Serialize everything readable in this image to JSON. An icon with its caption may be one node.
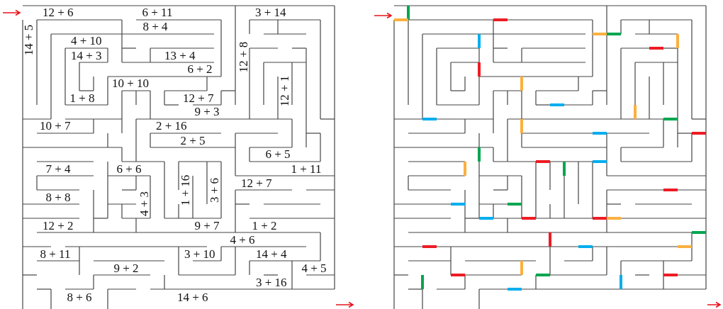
{
  "diagram": {
    "labels": [
      "12 + 6",
      "6 + 11",
      "3 + 14",
      "8 + 4",
      "14 + 5",
      "4 + 10",
      "14 + 3",
      "13 + 4",
      "12 + 8",
      "6 + 2",
      "10 + 10",
      "12 + 1",
      "1 + 8",
      "12 + 7",
      "9 + 3",
      "10 + 7",
      "2 + 16",
      "2 + 5",
      "6 + 5",
      "7 + 4",
      "6 + 6",
      "1 + 11",
      "12 + 7",
      "1 + 16",
      "3 + 6",
      "8 + 8",
      "4 + 3",
      "12 + 2",
      "9 + 7",
      "1 + 2",
      "4 + 6",
      "8 + 11",
      "3 + 10",
      "14 + 4",
      "9 + 2",
      "4 + 5",
      "3 + 16",
      "8 + 6",
      "14 + 6"
    ]
  }
}
